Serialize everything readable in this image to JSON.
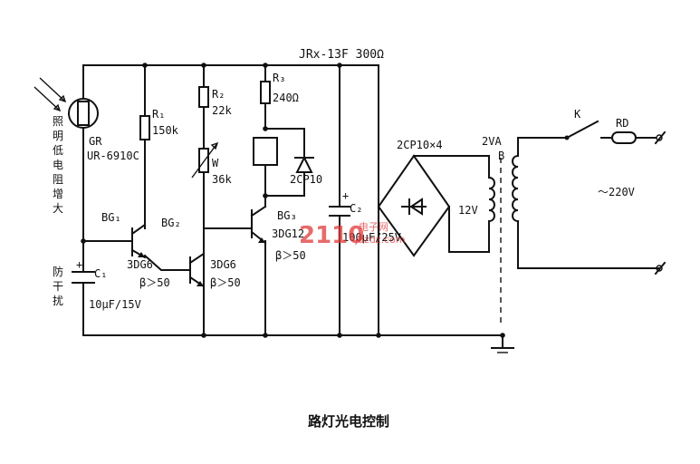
{
  "diagram": {
    "caption": "路灯光电控制",
    "relay_label": "JRx-13F 300Ω",
    "side_note": [
      "照",
      "明",
      "低",
      "电",
      "阻",
      "增",
      "大"
    ],
    "anti_jam": [
      "防",
      "干",
      "扰"
    ],
    "components": {
      "GR": "GR",
      "GR_model": "UR-6910C",
      "R1": "R₁",
      "R1_val": "150k",
      "R2": "R₂",
      "R2_val": "22k",
      "W": "W",
      "W_val": "36k",
      "R3": "R₃",
      "R3_val": "240Ω",
      "D_val": "2CP10",
      "BG1": "BG₁",
      "BG1_type": "3DG6",
      "BG1_beta": "β＞50",
      "BG2": "BG₂",
      "BG2_type": "3DG6",
      "BG2_beta": "β＞50",
      "BG3": "BG₃",
      "BG3_type": "3DG12",
      "BG3_beta": "β＞50",
      "C1": "C₁",
      "C1_val": "10μF/15V",
      "C2": "C₂",
      "C2_val": "100μF/25V",
      "C2_plus": "+",
      "C1_plus": "+",
      "bridge": "2CP10×4",
      "T_va": "2VA",
      "T": "B",
      "T_sec": "12V",
      "K": "K",
      "RD": "RD",
      "mains": "～220V"
    },
    "watermark": {
      "main": "2110",
      "sub": "电子网",
      "sub2": "jdzdz.com"
    }
  }
}
